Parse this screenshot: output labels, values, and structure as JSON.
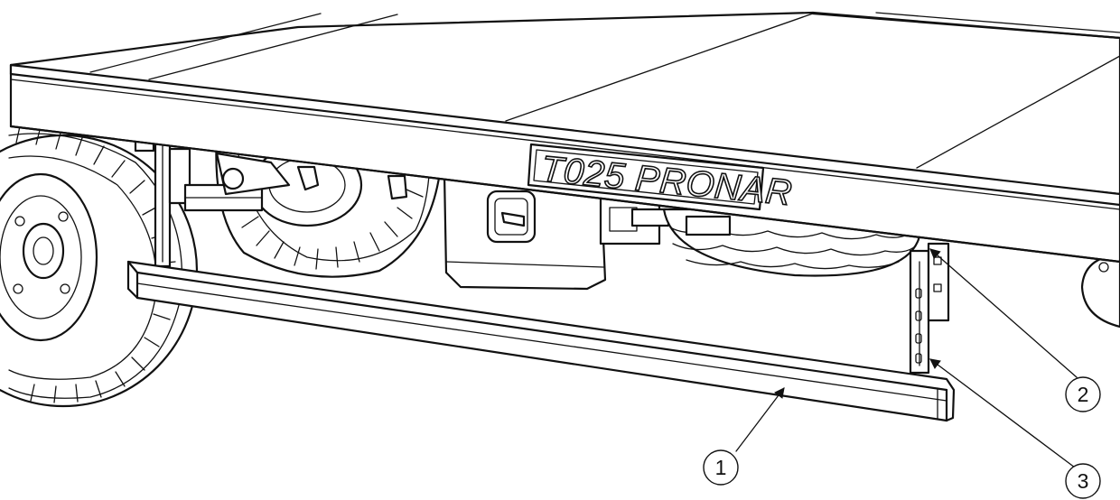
{
  "plate": {
    "text": "T025 PRONAR"
  },
  "callouts": [
    {
      "label": "1"
    },
    {
      "label": "2"
    },
    {
      "label": "3"
    }
  ]
}
